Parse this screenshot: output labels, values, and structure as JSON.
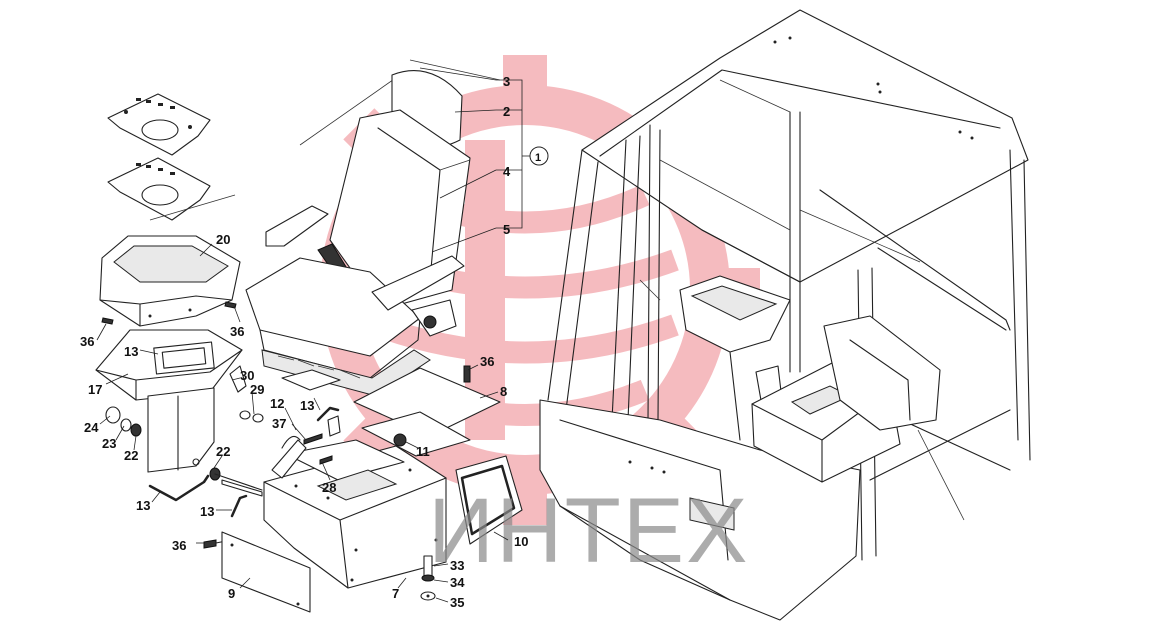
{
  "watermark": {
    "text": "ИНТЕХ",
    "color": "#f08f96",
    "text_color": "#8a8a8a"
  },
  "callouts": [
    {
      "id": "c3",
      "label": "3"
    },
    {
      "id": "c2",
      "label": "2"
    },
    {
      "id": "c4",
      "label": "4"
    },
    {
      "id": "c1",
      "label": "1"
    },
    {
      "id": "c5",
      "label": "5"
    },
    {
      "id": "c20",
      "label": "20"
    },
    {
      "id": "c36a",
      "label": "36"
    },
    {
      "id": "c36b",
      "label": "36"
    },
    {
      "id": "c13a",
      "label": "13"
    },
    {
      "id": "c17",
      "label": "17"
    },
    {
      "id": "c30",
      "label": "30"
    },
    {
      "id": "c29",
      "label": "29"
    },
    {
      "id": "c24",
      "label": "24"
    },
    {
      "id": "c23",
      "label": "23"
    },
    {
      "id": "c22a",
      "label": "22"
    },
    {
      "id": "c22b",
      "label": "22"
    },
    {
      "id": "c13b",
      "label": "13"
    },
    {
      "id": "c13c",
      "label": "13"
    },
    {
      "id": "c36c",
      "label": "36"
    },
    {
      "id": "c9",
      "label": "9"
    },
    {
      "id": "c12",
      "label": "12"
    },
    {
      "id": "c37",
      "label": "37"
    },
    {
      "id": "c13d",
      "label": "13"
    },
    {
      "id": "c36d",
      "label": "36"
    },
    {
      "id": "c8",
      "label": "8"
    },
    {
      "id": "c11",
      "label": "11"
    },
    {
      "id": "c28",
      "label": "28"
    },
    {
      "id": "c10",
      "label": "10"
    },
    {
      "id": "c33",
      "label": "33"
    },
    {
      "id": "c34",
      "label": "34"
    },
    {
      "id": "c35",
      "label": "35"
    },
    {
      "id": "c7",
      "label": "7"
    }
  ]
}
